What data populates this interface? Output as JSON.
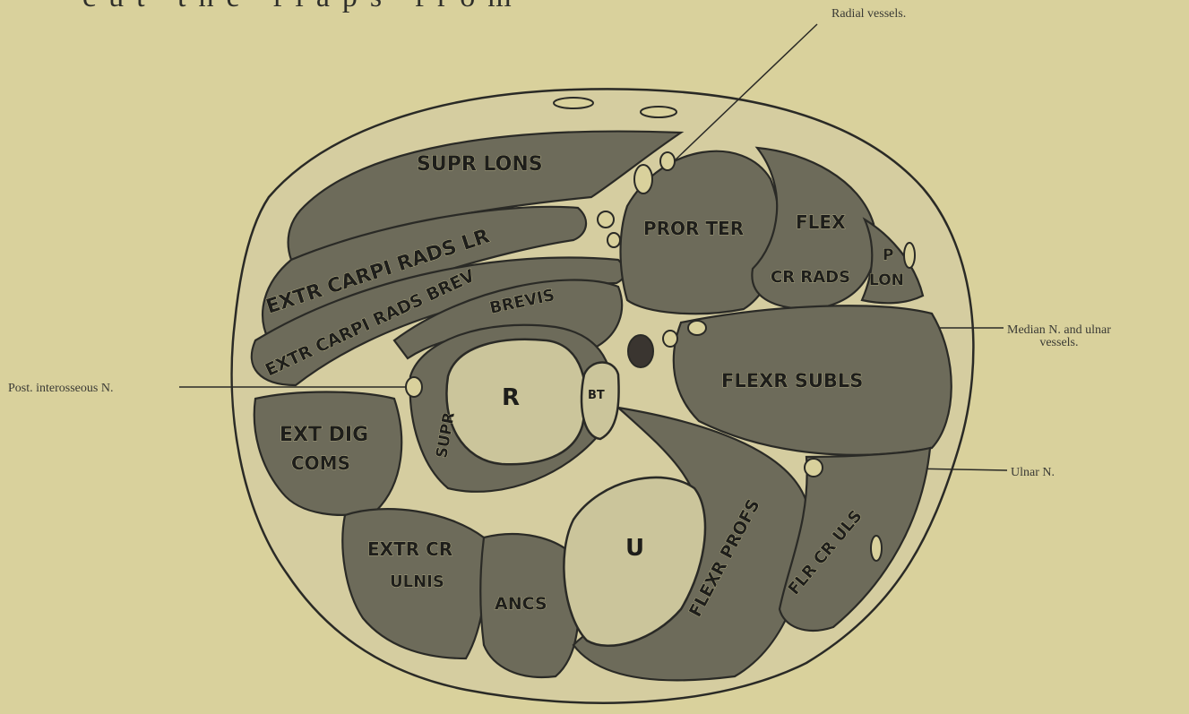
{
  "page": {
    "top_text": "cut the flaps from"
  },
  "callouts": {
    "radial": "Radial vessels.",
    "median_line1": "Median N. and ulnar",
    "median_line2": "vessels.",
    "post_interosseous": "Post. interosseous N.",
    "ulnar": "Ulnar N."
  },
  "muscles": {
    "supr_long": "SUPR LONS",
    "ext_carpi_rad_long": "EXTR CARPI RADS LR",
    "ext_carpi_rad_brev": "EXTR CARPI RADS BREV",
    "brevis": "BREVIS",
    "pro_teres": "PROR TER",
    "flex": "FLEX",
    "c_rad": "CR RADS",
    "p": "P",
    "lon": "LON",
    "flex_subl": "FLEXR SUBLS",
    "ext_dig_com_1": "EXT DIG",
    "ext_dig_com_2": "COMS",
    "supr": "SUPR",
    "radius": "R",
    "bt": "BT",
    "ulna": "U",
    "flex_prof": "FLEXR PROFS",
    "ext_c_uln_1": "EXTR CR",
    "ext_c_uln_2": "ULNIS",
    "ancs": "ANCS",
    "fl_c_uls": "FLR CR ULS"
  },
  "colors": {
    "paper": "#d9d19c",
    "muscle": "#6d6b5a",
    "outline": "#2a2a26",
    "bone": "#cbc59b"
  }
}
